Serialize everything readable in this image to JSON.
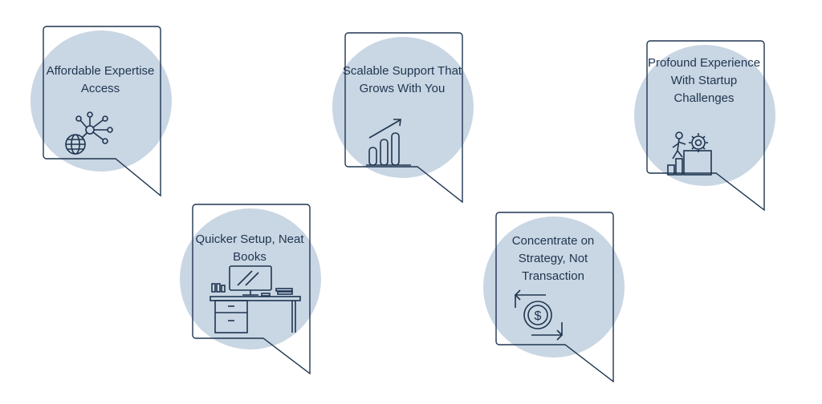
{
  "colors": {
    "ink": "#1f3550",
    "circle": "#c9d6e3",
    "background": "#ffffff"
  },
  "cards": [
    {
      "label": "Affordable Expertise Access",
      "icon": "globe-network-icon"
    },
    {
      "label": "Scalable Support That Grows With You",
      "icon": "growth-bar-chart-icon"
    },
    {
      "label": "Profound Experience With Startup Challenges",
      "icon": "person-climbing-gear-icon"
    },
    {
      "label": "Quicker Setup, Neat Books",
      "icon": "office-desk-icon"
    },
    {
      "label": "Concentrate on Strategy, Not Transaction",
      "icon": "dollar-exchange-icon"
    }
  ]
}
